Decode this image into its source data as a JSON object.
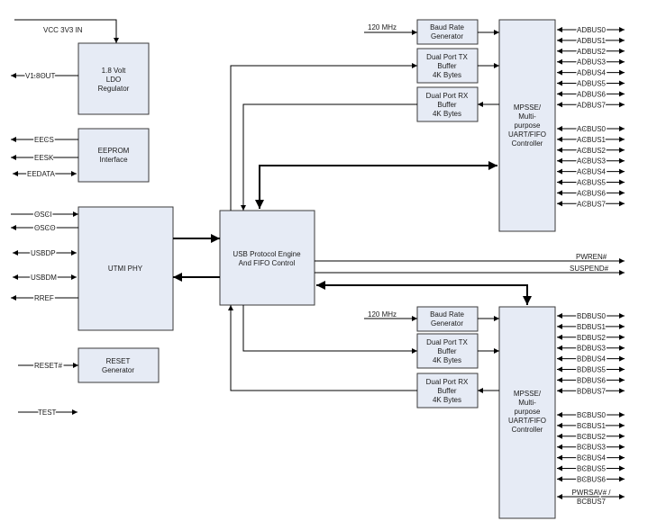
{
  "blocks": {
    "ldo": [
      "1.8 Volt",
      "LDO",
      "Regulator"
    ],
    "eeprom": [
      "EEPROM",
      "Interface"
    ],
    "utmi": [
      "UTMI PHY"
    ],
    "reset": [
      "RESET",
      "Generator"
    ],
    "usb": [
      "USB Protocol Engine",
      "And FIFO Control"
    ],
    "baud_a": [
      "Baud Rate",
      "Generator"
    ],
    "txbuf_a": [
      "Dual Port TX",
      "Buffer",
      "4K Bytes"
    ],
    "rxbuf_a": [
      "Dual Port RX",
      "Buffer",
      "4K Bytes"
    ],
    "mpsse_a": [
      "MPSSE/",
      "Multi-",
      "purpose",
      "UART/FIFO",
      "Controller"
    ],
    "baud_b": [
      "Baud Rate",
      "Generator"
    ],
    "txbuf_b": [
      "Dual Port TX",
      "Buffer",
      "4K Bytes"
    ],
    "rxbuf_b": [
      "Dual Port RX",
      "Buffer",
      "4K Bytes"
    ],
    "mpsse_b": [
      "MPSSE/",
      "Multi-",
      "purpose",
      "UART/FIFO",
      "Controller"
    ]
  },
  "signals": {
    "vcc": "VCC 3V3 IN",
    "v18out": "V1.8OUT",
    "eecs": "EECS",
    "eesk": "EESK",
    "eedata": "EEDATA",
    "osci": "OSCI",
    "osco": "OSCO",
    "usbdp": "USBDP",
    "usbdm": "USBDM",
    "rref": "RREF",
    "reset": "RESET#",
    "test": "TEST",
    "clk_a": "120 MHz",
    "clk_b": "120 MHz",
    "pwren": "PWREN#",
    "suspend": "SUSPEND#",
    "pwrsav": [
      "PWRSAV# /",
      "BCBUS7"
    ]
  },
  "buses": {
    "adbus": [
      "ADBUS0",
      "ADBUS1",
      "ADBUS2",
      "ADBUS3",
      "ADBUS4",
      "ADBUS5",
      "ADBUS6",
      "ADBUS7"
    ],
    "acbus": [
      "ACBUS0",
      "ACBUS1",
      "ACBUS2",
      "ACBUS3",
      "ACBUS4",
      "ACBUS5",
      "ACBUS6",
      "ACBUS7"
    ],
    "bdbus": [
      "BDBUS0",
      "BDBUS1",
      "BDBUS2",
      "BDBUS3",
      "BDBUS4",
      "BDBUS5",
      "BDBUS6",
      "BDBUS7"
    ],
    "bcbus": [
      "BCBUS0",
      "BCBUS1",
      "BCBUS2",
      "BCBUS3",
      "BCBUS4",
      "BCBUS5",
      "BCBUS6"
    ]
  },
  "colors": {
    "block_fill": "#e6ebf5",
    "line": "#000000"
  }
}
